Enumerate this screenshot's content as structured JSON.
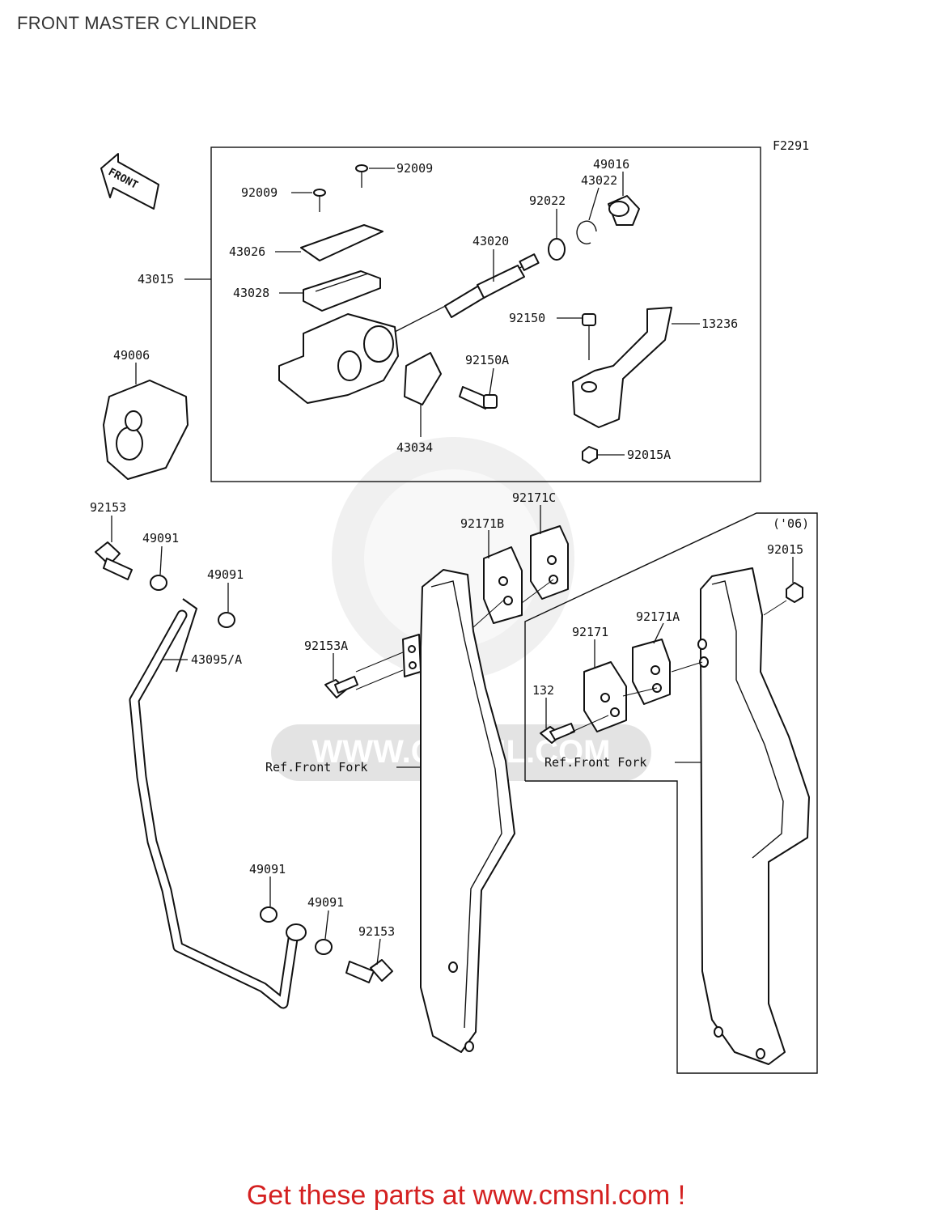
{
  "title": "FRONT MASTER CYLINDER",
  "figure_code": "F2291",
  "front_arrow": "FRONT",
  "watermark": "WWW.CMSNL.COM",
  "variant_note": "('06)",
  "reference_label": "Ref.Front Fork",
  "promo": "Get these parts at www.cmsnl.com !",
  "colors": {
    "promo": "#d42020",
    "line": "#111111",
    "watermark": "#e3e3e3"
  },
  "labels": {
    "p92009a": "92009",
    "p92009b": "92009",
    "p43026": "43026",
    "p43015": "43015",
    "p43028": "43028",
    "p43020": "43020",
    "p92022": "92022",
    "p43022": "43022",
    "p49016": "49016",
    "p92150": "92150",
    "p13236": "13236",
    "p92150a": "92150A",
    "p43034": "43034",
    "p92015a": "92015A",
    "p49006": "49006",
    "p92153a": "92153",
    "p49091a": "49091",
    "p49091b": "49091",
    "p43095": "43095/A",
    "p92153b": "92153A",
    "p92171b": "92171B",
    "p92171c": "92171C",
    "p92015": "92015",
    "p92171": "92171",
    "p92171a": "92171A",
    "p132": "132",
    "p49091c": "49091",
    "p49091d": "49091",
    "p92153c": "92153"
  }
}
